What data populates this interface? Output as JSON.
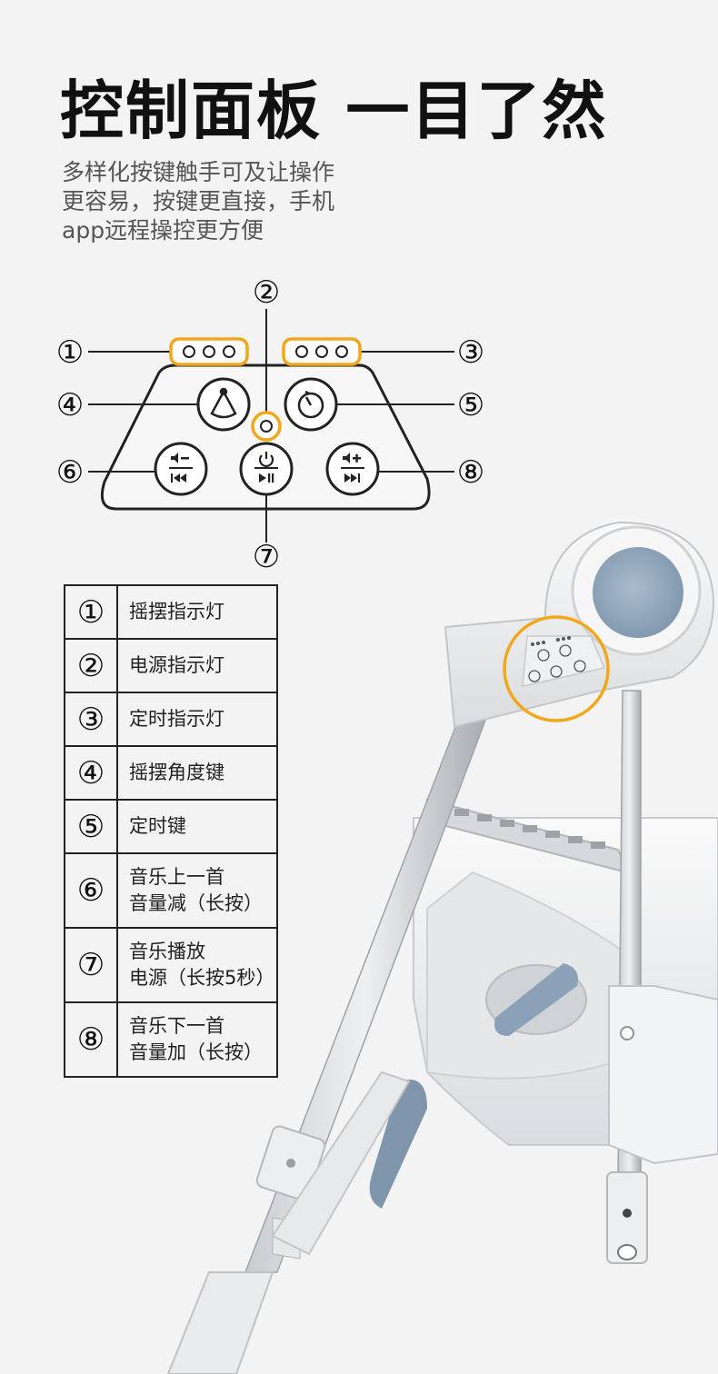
{
  "title": "控制面板 一目了然",
  "subtitle": [
    "多样化按键触手可及让操作",
    "更容易，按键更直接，手机",
    "app远程操控更方便"
  ],
  "callouts": [
    "①",
    "②",
    "③",
    "④",
    "⑤",
    "⑥",
    "⑦",
    "⑧"
  ],
  "legend": [
    {
      "num": "①",
      "lines": [
        "摇摆指示灯"
      ]
    },
    {
      "num": "②",
      "lines": [
        "电源指示灯"
      ]
    },
    {
      "num": "③",
      "lines": [
        "定时指示灯"
      ]
    },
    {
      "num": "④",
      "lines": [
        "摇摆角度键"
      ]
    },
    {
      "num": "⑤",
      "lines": [
        "定时键"
      ]
    },
    {
      "num": "⑥",
      "lines": [
        "音乐上一首",
        "音量减（长按）"
      ]
    },
    {
      "num": "⑦",
      "lines": [
        "音乐播放",
        "电源（长按5秒）"
      ]
    },
    {
      "num": "⑧",
      "lines": [
        "音乐下一首",
        "音量加（长按）"
      ]
    }
  ],
  "colors": {
    "accent": "#f2a71b",
    "outline": "#222222",
    "chair_blue": "#8aa1b8",
    "background": "#f3f3f3"
  },
  "icons": [
    "swing-angle-icon",
    "timer-icon",
    "volume-down-prev-icon",
    "power-play-pause-icon",
    "volume-up-next-icon"
  ]
}
